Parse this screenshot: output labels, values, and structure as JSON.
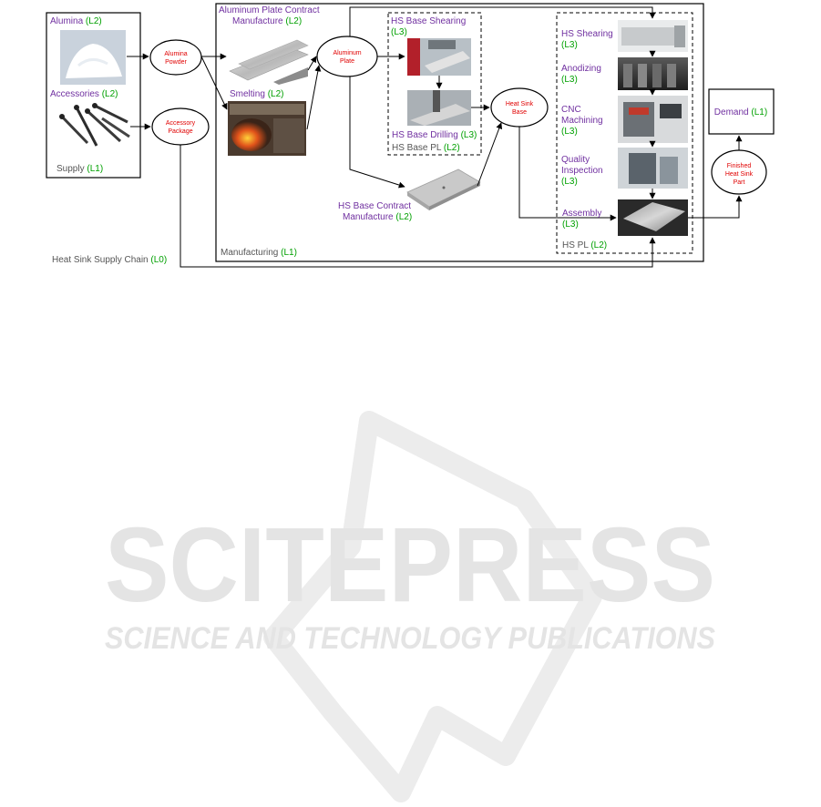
{
  "colors": {
    "process_label": "#7030a0",
    "level_tag": "#00a000",
    "container_label": "#555555",
    "flow_node": "#e00000",
    "watermark": "#e4e4e4"
  },
  "supply": {
    "alumina": "Alumina",
    "alumina_level": "(L2)",
    "accessories": "Accessories",
    "accessories_level": "(L2)",
    "title": "Supply",
    "title_level": "(L1)"
  },
  "flow_nodes": {
    "alumina_powder": [
      "Alumina",
      "Powder"
    ],
    "accessory_package": [
      "Accessory",
      "Package"
    ],
    "aluminum_plate": [
      "Aluminum",
      "Plate"
    ],
    "heat_sink_base": [
      "Heat Sink",
      "Base"
    ],
    "finished_part": [
      "Finished",
      "Heat Sink",
      "Part"
    ]
  },
  "manufacturing": {
    "title": "Manufacturing",
    "title_level": "(L1)",
    "plate_contract": [
      "Aluminum Plate Contract",
      "Manufacture"
    ],
    "plate_contract_level": "(L2)",
    "smelting": "Smelting",
    "smelting_level": "(L2)",
    "base_contract": [
      "HS Base Contract",
      "Manufacture"
    ],
    "base_contract_level": "(L2)"
  },
  "hs_base_pl": {
    "title": "HS Base PL",
    "title_level": "(L2)",
    "shearing": "HS Base Shearing",
    "shearing_level": "(L3)",
    "drilling": "HS Base Drilling",
    "drilling_level": "(L3)"
  },
  "hs_pl": {
    "title": "HS PL",
    "title_level": "(L2)",
    "shearing": "HS Shearing",
    "shearing_level": "(L3)",
    "anodizing": "Anodizing",
    "anodizing_level": "(L3)",
    "cnc": [
      "CNC",
      "Machining"
    ],
    "cnc_level": "(L3)",
    "quality": [
      "Quality",
      "Inspection"
    ],
    "quality_level": "(L3)",
    "assembly": "Assembly",
    "assembly_level": "(L3)"
  },
  "demand": {
    "title": "Demand",
    "title_level": "(L1)"
  },
  "chain": {
    "title": "Heat Sink Supply Chain",
    "title_level": "(L0)"
  },
  "watermark": {
    "brand": "SCITEPRESS",
    "tagline": "SCIENCE AND TECHNOLOGY PUBLICATIONS"
  }
}
